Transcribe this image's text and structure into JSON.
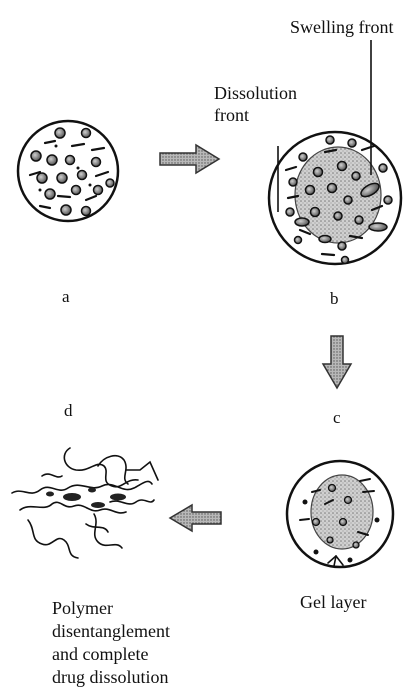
{
  "labels": {
    "swelling_front": "Swelling front",
    "dissolution_front_line1": "Dissolution",
    "dissolution_front_line2": "front",
    "stage_a": "a",
    "stage_b": "b",
    "stage_c": "c",
    "stage_d": "d",
    "gel_layer": "Gel layer",
    "polymer_line1": "Polymer",
    "polymer_line2": "disentanglement",
    "polymer_line3": "and complete",
    "polymer_line4": "drug dissolution"
  },
  "colors": {
    "ink": "#111111",
    "gel": "#bdbdbd",
    "particle_fill": "#8a8a8a",
    "arrow_fill": "#8f8f8f"
  }
}
